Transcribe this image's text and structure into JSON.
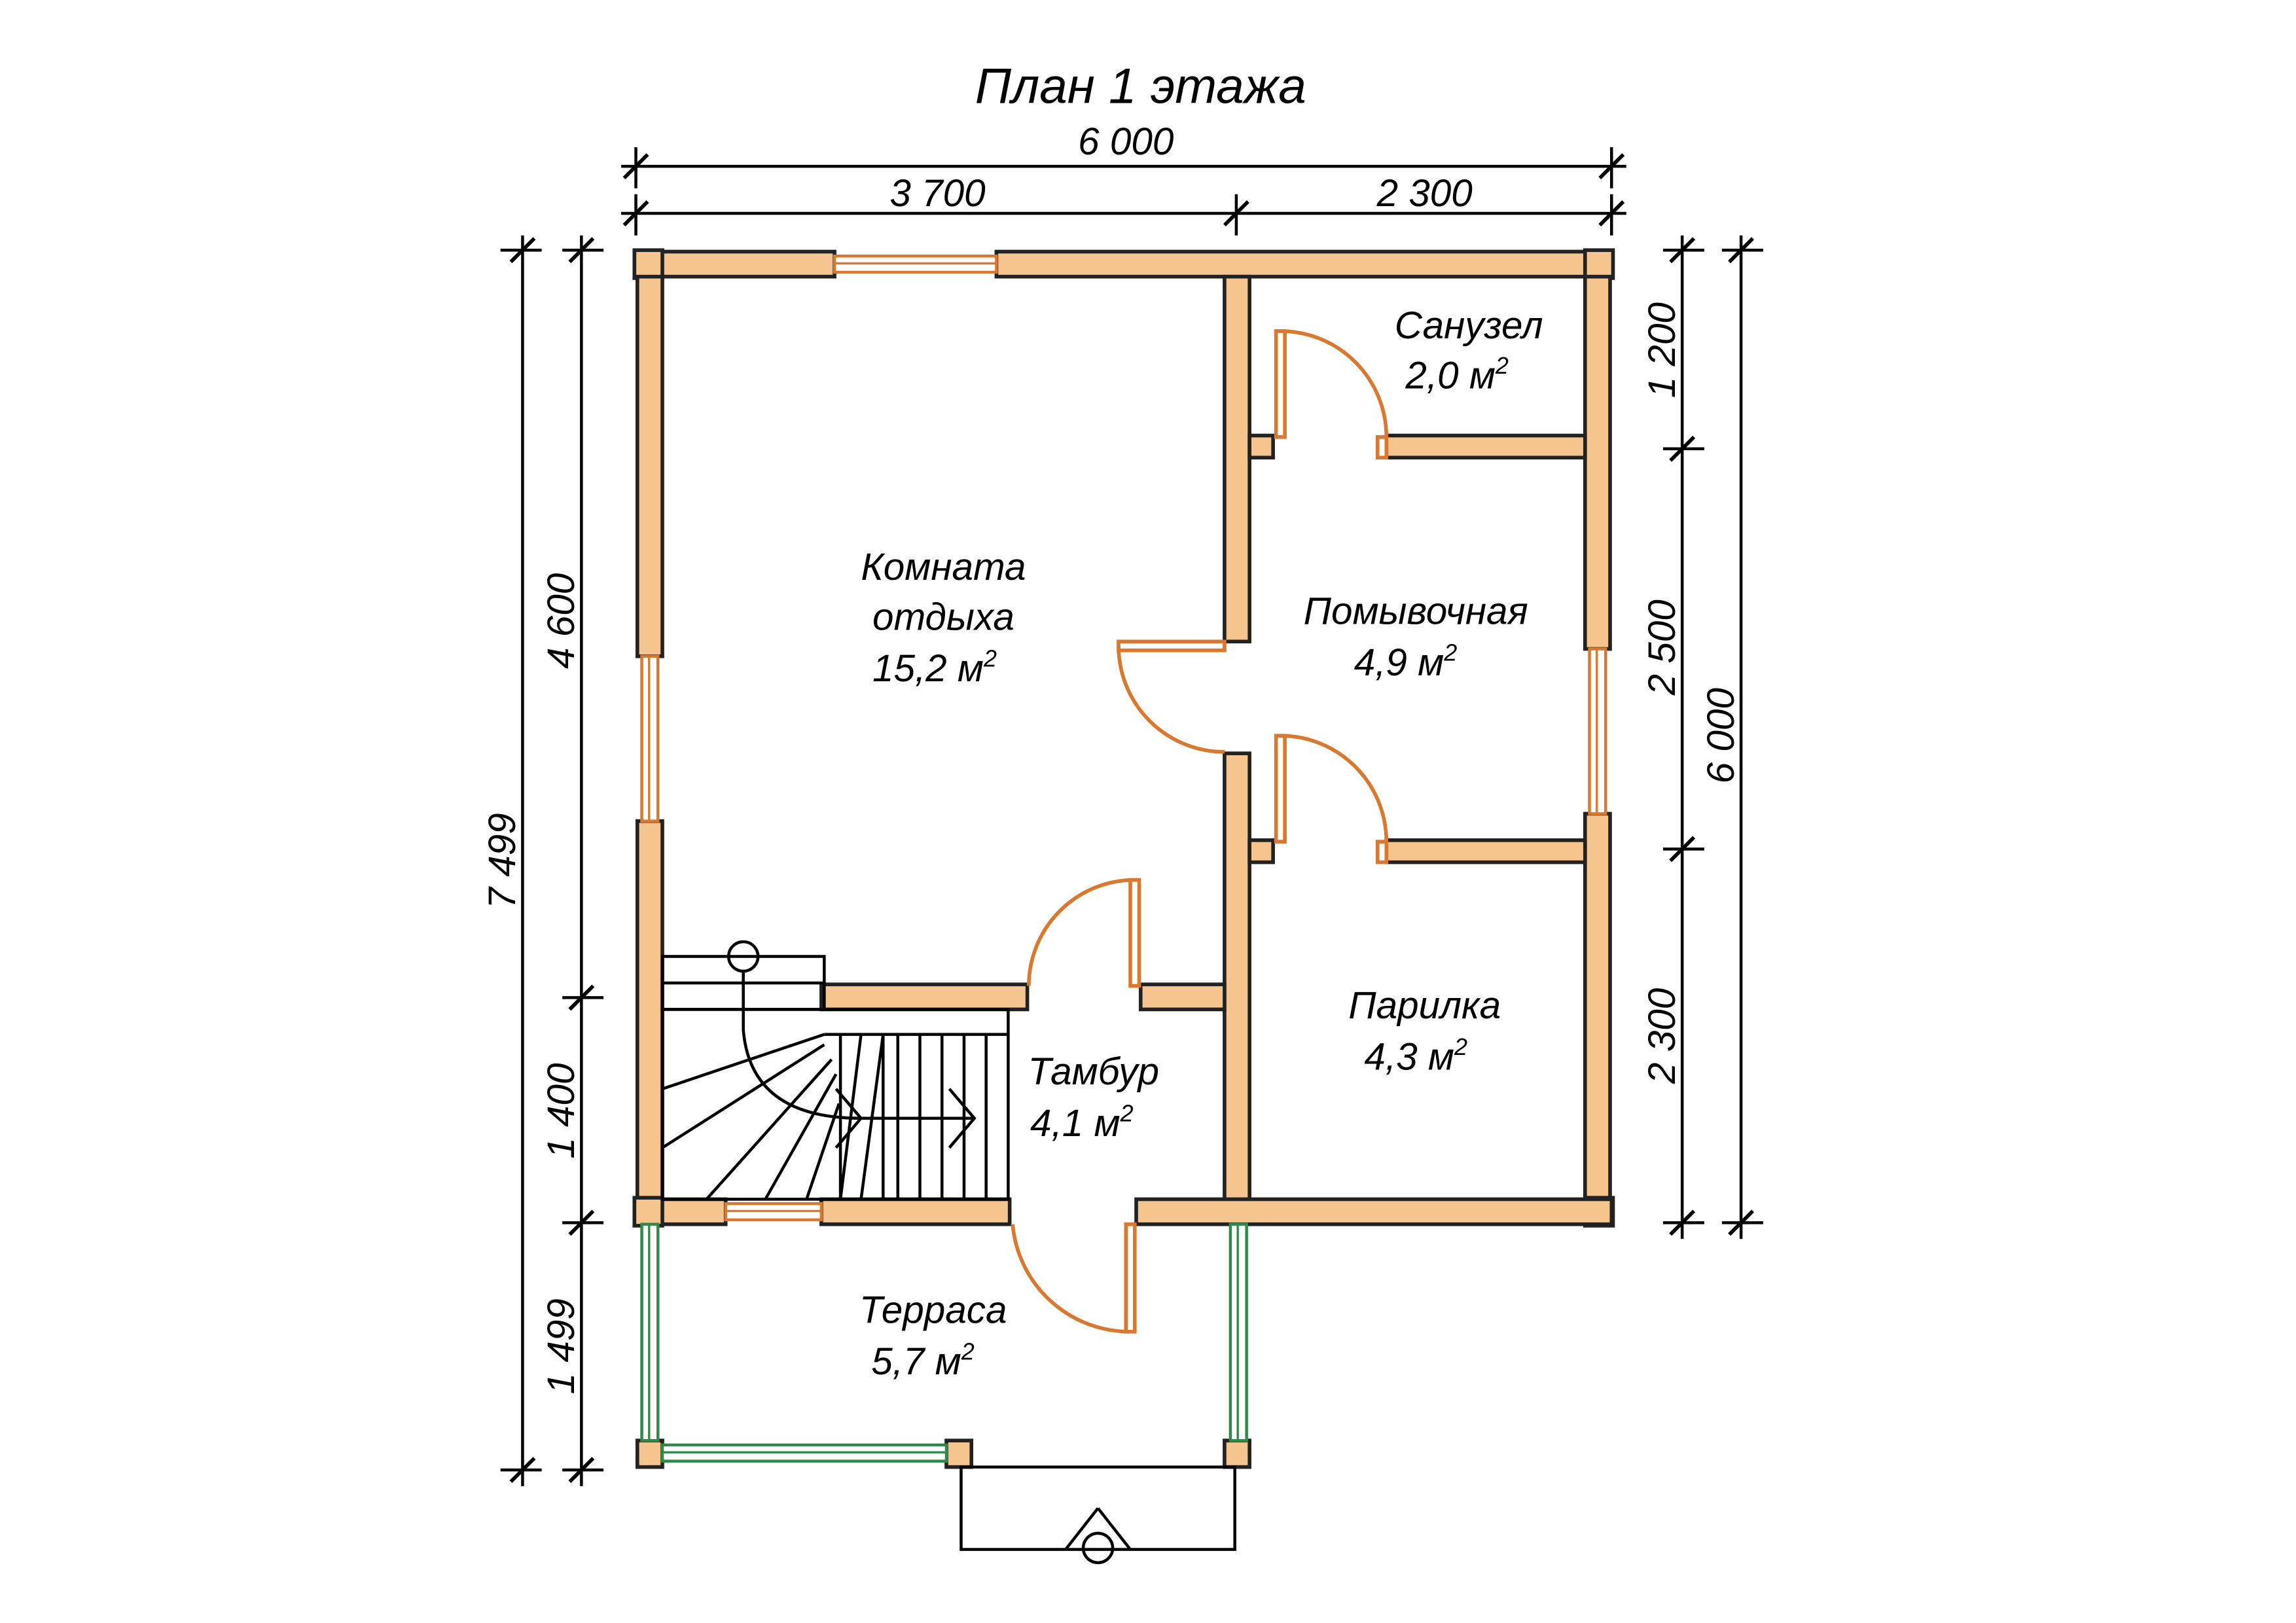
{
  "title": "План 1 этажа",
  "dimensions": {
    "top_total": "6 000",
    "top_left": "3 700",
    "top_right": "2 300",
    "left_outer_total": "7 499",
    "left_inner_upper": "4 600",
    "left_inner_middle": "1 400",
    "left_inner_lower": "1 499",
    "right_inner_upper": "1 200",
    "right_inner_middle": "2 500",
    "right_inner_lower": "2 300",
    "right_outer_total": "6 000"
  },
  "rooms": [
    {
      "name_lines": [
        "Санузел"
      ],
      "area": "2,0 м",
      "unit_sup": "2"
    },
    {
      "name_lines": [
        "Комната",
        "отдыха"
      ],
      "area": "15,2 м",
      "unit_sup": "2"
    },
    {
      "name_lines": [
        "Помывочная"
      ],
      "area": "4,9 м",
      "unit_sup": "2"
    },
    {
      "name_lines": [
        "Парилка"
      ],
      "area": "4,3 м",
      "unit_sup": "2"
    },
    {
      "name_lines": [
        "Тамбур"
      ],
      "area": "4,1 м",
      "unit_sup": "2"
    },
    {
      "name_lines": [
        "Терраса"
      ],
      "area": "5,7 м",
      "unit_sup": "2"
    }
  ],
  "colors": {
    "wall_fill": "#f6c48e",
    "door_window": "#d9782e",
    "terrace_glazing": "#2f8a4a"
  }
}
